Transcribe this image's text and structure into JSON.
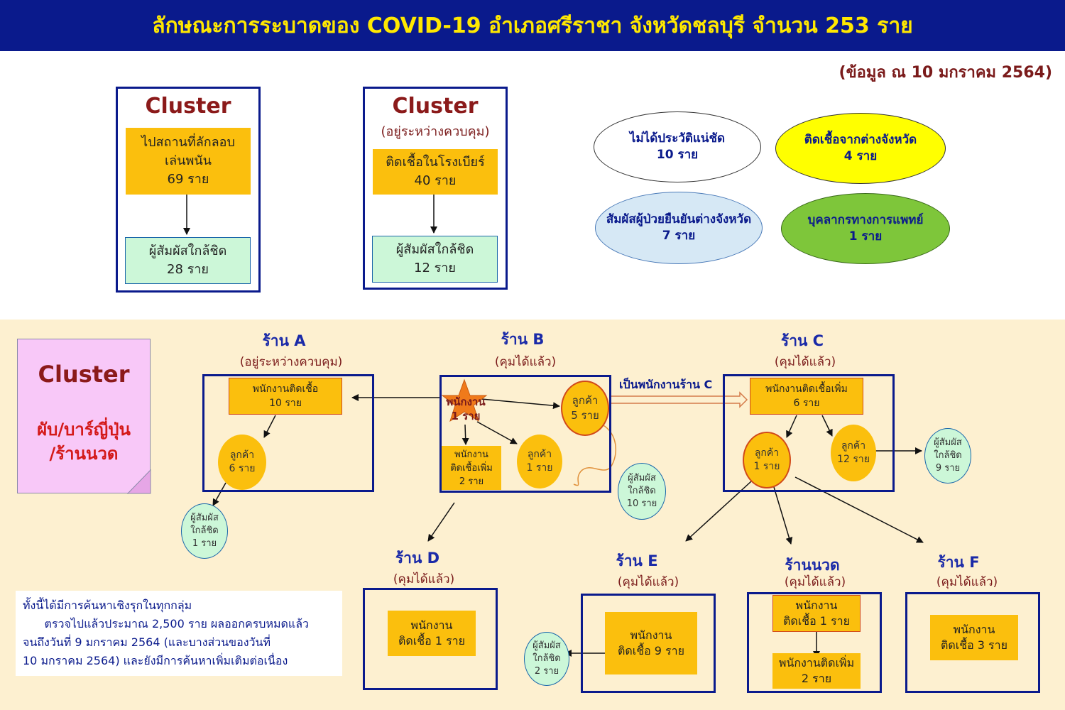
{
  "header": {
    "title": "ลักษณะการระบาดของ COVID-19 อำเภอศรีราชา จังหวัดชลบุรี จำนวน 253 ราย",
    "date_note": "(ข้อมูล ณ 10 มกราคม 2564)"
  },
  "cluster1": {
    "title": "Cluster",
    "box_lines": [
      "ไปสถานที่ลักลอบ",
      "เล่นพนัน",
      "69 ราย"
    ],
    "contact_lines": [
      "ผู้สัมผัสใกล้ชิด",
      "28 ราย"
    ]
  },
  "cluster2": {
    "title": "Cluster",
    "subtitle": "(อยู่ระหว่างควบคุม)",
    "box_lines": [
      "ติดเชื้อในโรงเบียร์",
      "40 ราย"
    ],
    "contact_lines": [
      "ผู้สัมผัสใกล้ชิด",
      "12 ราย"
    ]
  },
  "ellipses": {
    "unclear": [
      "ไม่ได้ประวัติแน่ชัด",
      "10 ราย"
    ],
    "other_province": [
      "ติดเชื้อจากต่างจังหวัด",
      "4 ราย"
    ],
    "contact_other_province": [
      "สัมผัสผู้ป่วยยืนยันต่างจังหวัด",
      "7 ราย"
    ],
    "medical": [
      "บุคลากรทางการแพทย์",
      "1 ราย"
    ]
  },
  "pub_cluster": {
    "title": "Cluster",
    "sub_lines": [
      "ผับ/บาร์ญี่ปุ่น",
      "/ร้านนวด"
    ]
  },
  "shop_a": {
    "title": "ร้าน A",
    "subtitle": "(อยู่ระหว่างควบคุม)",
    "staff_lines": [
      "พนักงานติดเชื้อ",
      "10 ราย"
    ],
    "customer_lines": [
      "ลูกค้า",
      "6 ราย"
    ],
    "contact_lines": [
      "ผู้สัมผัส",
      "ใกล้ชิด",
      "1 ราย"
    ]
  },
  "shop_b": {
    "title": "ร้าน B",
    "subtitle": "(คุมได้แล้ว)",
    "star_lines": [
      "พนักงาน",
      "1 ราย"
    ],
    "customer5_lines": [
      "ลูกค้า",
      "5 ราย"
    ],
    "customer1_lines": [
      "ลูกค้า",
      "1 ราย"
    ],
    "staff_lines": [
      "พนักงาน",
      "ติดเชื้อเพิ่ม",
      "2 ราย"
    ],
    "contact_lines": [
      "ผู้สัมผัส",
      "ใกล้ชิด",
      "10 ราย"
    ],
    "edge_to_c": "เป็นพนักงานร้าน C"
  },
  "shop_c": {
    "title": "ร้าน C",
    "subtitle": "(คุมได้แล้ว)",
    "staff_lines": [
      "พนักงานติดเชื้อเพิ่ม",
      "6 ราย"
    ],
    "customer1_lines": [
      "ลูกค้า",
      "1 ราย"
    ],
    "customer12_lines": [
      "ลูกค้า",
      "12 ราย"
    ],
    "contact_lines": [
      "ผู้สัมผัส",
      "ใกล้ชิด",
      "9 ราย"
    ]
  },
  "shop_d": {
    "title": "ร้าน D",
    "subtitle": "(คุมได้แล้ว)",
    "staff_lines": [
      "พนักงาน",
      "ติดเชื้อ 1 ราย"
    ]
  },
  "shop_e": {
    "title": "ร้าน E",
    "subtitle": "(คุมได้แล้ว)",
    "staff_lines": [
      "พนักงาน",
      "ติดเชื้อ 9 ราย"
    ],
    "contact_lines": [
      "ผู้สัมผัส",
      "ใกล้ชิด",
      "2 ราย"
    ]
  },
  "shop_massage": {
    "title": "ร้านนวด",
    "subtitle": "(คุมได้แล้ว)",
    "staff_lines": [
      "พนักงาน",
      "ติดเชื้อ 1 ราย"
    ],
    "extra_lines": [
      "พนักงานติดเพิ่ม",
      "2 ราย"
    ]
  },
  "shop_f": {
    "title": "ร้าน F",
    "subtitle": "(คุมได้แล้ว)",
    "staff_lines": [
      "พนักงาน",
      "ติดเชื้อ 3 ราย"
    ]
  },
  "note_lines": [
    "ทั้งนี้ได้มีการค้นหาเชิงรุกในทุกกลุ่ม",
    "      ตรวจไปแล้วประมาณ 2,500 ราย ผลออกครบหมดแล้ว",
    "จนถึงวันที่ 9 มกราคม 2564 (และบางส่วนของวันที่",
    "10 มกราคม 2564) และยังมีการค้นหาเพิ่มเติมต่อเนื่อง"
  ],
  "colors": {
    "navy": "#0a1a8c",
    "yellow_title": "#ffe800",
    "box_yellow": "#fbbf0d",
    "contact_green": "#ccf7d8",
    "ellipse_yellow": "#ffff00",
    "ellipse_blue": "#d6e8f5",
    "ellipse_green": "#7ec63a",
    "pink": "#f8c8f8",
    "bottom_bg": "#fdf0d0",
    "star": "#f07a1a"
  }
}
